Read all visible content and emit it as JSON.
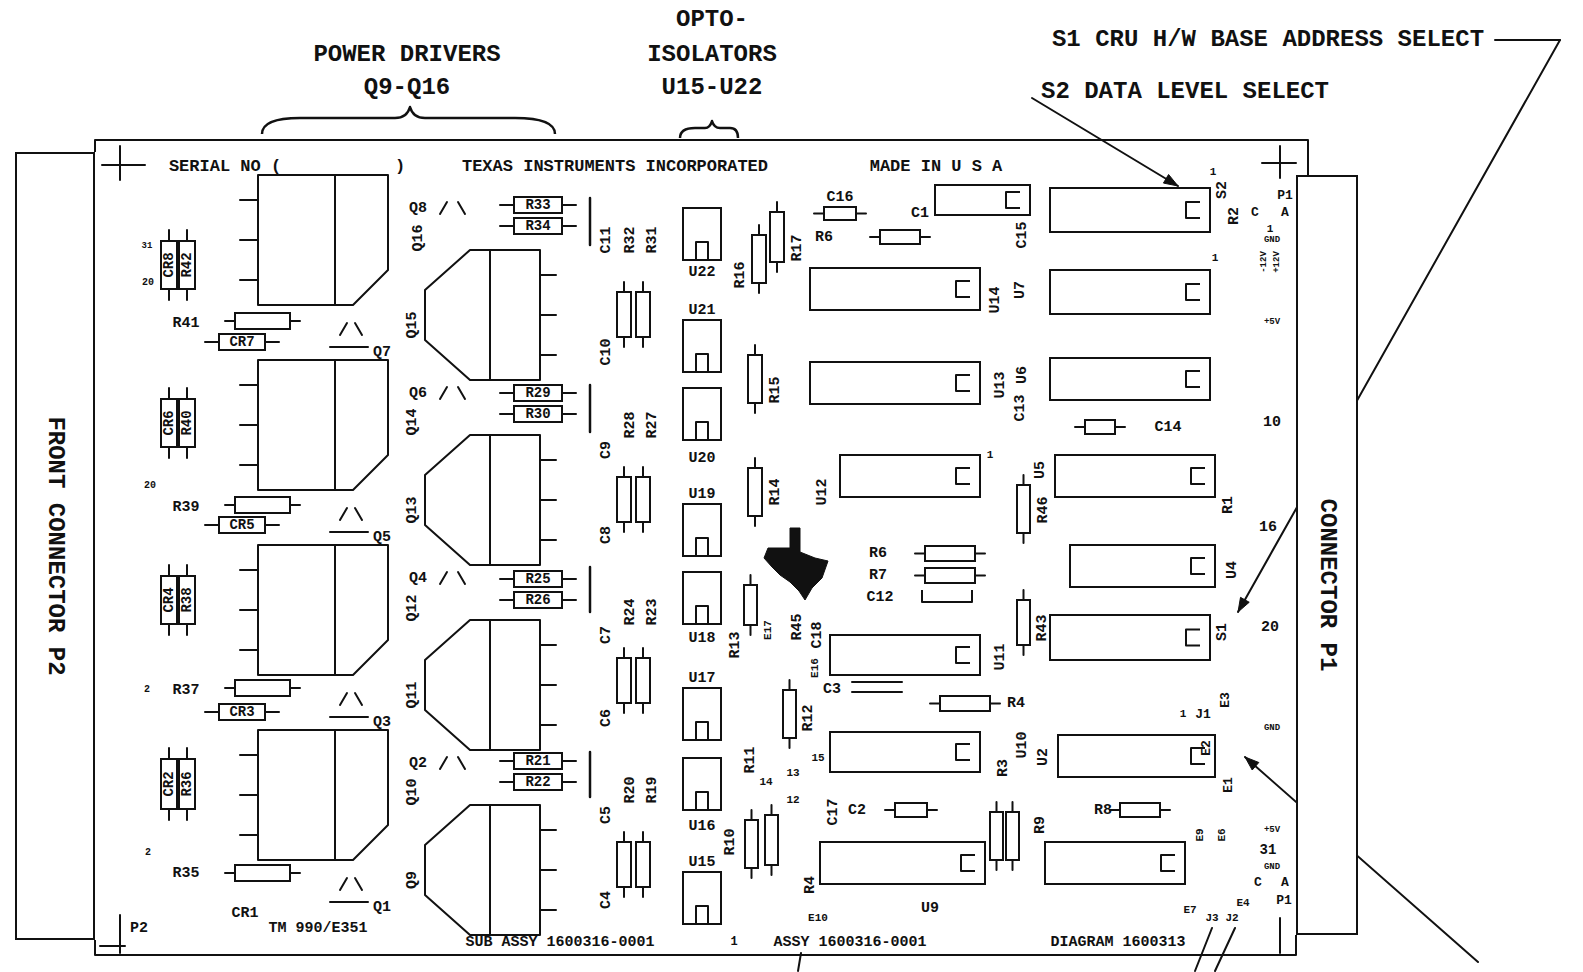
{
  "diagram": {
    "nodes": [
      {
        "text": [
          "FRONT CONNECTOR P2"
        ]
      },
      {
        "text": [
          "CONNECTOR P1"
        ]
      },
      {
        "text": [
          "R33"
        ]
      },
      {
        "text": [
          "R34"
        ]
      },
      {
        "text": [
          "CR8"
        ]
      },
      {
        "text": [
          "R42"
        ]
      },
      {
        "text": [
          "CR7"
        ]
      },
      {
        "text": [
          "CR6"
        ]
      },
      {
        "text": [
          "R40"
        ]
      },
      {
        "text": [
          "R29"
        ]
      },
      {
        "text": [
          "R30"
        ]
      },
      {
        "text": [
          "CR5"
        ]
      },
      {
        "text": [
          "CR4"
        ]
      },
      {
        "text": [
          "R38"
        ]
      },
      {
        "text": [
          "R25"
        ]
      },
      {
        "text": [
          "R26"
        ]
      },
      {
        "text": [
          "CR3"
        ]
      },
      {
        "text": [
          "CR2"
        ]
      },
      {
        "text": [
          "R36"
        ]
      },
      {
        "text": [
          "R21"
        ]
      },
      {
        "text": [
          "R22"
        ]
      }
    ],
    "labels": [
      "POWER DRIVERS",
      "Q9-Q16",
      "OPTO-",
      "ISOLATORS",
      "U15-U22",
      "S1 CRU H/W BASE ADDRESS SELECT",
      "S2 DATA LEVEL SELECT",
      "SERIAL NO (",
      ")",
      "TEXAS INSTRUMENTS INCORPORATED",
      "MADE IN U S A",
      "Q8",
      "Q16",
      "R41",
      "Q15",
      "Q7",
      "Q6",
      "Q14",
      "R39",
      "Q13",
      "Q5",
      "Q4",
      "Q12",
      "R37",
      "Q11",
      "Q3",
      "Q2",
      "Q10",
      "R35",
      "Q9",
      "Q1",
      "CR1",
      "TM 990/E351",
      "P2",
      "SUB ASSY 1600316-0001",
      "1",
      "ASSY 1600316-0001",
      "DIAGRAM 1600313",
      "20",
      "31",
      "20",
      "2",
      "2",
      "C11",
      "R32",
      "R31",
      "C10",
      "R28",
      "R27",
      "C9",
      "C8",
      "R24",
      "R23",
      "C7",
      "C6",
      "R20",
      "R19",
      "C5",
      "C4",
      "U22",
      "U21",
      "U20",
      "U19",
      "U18",
      "U17",
      "U16",
      "U15",
      "R16",
      "R17",
      "R6",
      "C16",
      "C1",
      "C15",
      "U14",
      "U7",
      "S2",
      "R2",
      "C",
      "A",
      "1",
      "GND",
      "-12V",
      "+12V",
      "+5V",
      "R15",
      "U13",
      "C13",
      "U6",
      "C14",
      "10",
      "R14",
      "U12",
      "R46",
      "U5",
      "R1",
      "16",
      "U4",
      "R6",
      "R7",
      "C12",
      "R45",
      "C18",
      "E16",
      "E17",
      "R13",
      "U11",
      "R43",
      "S1",
      "20",
      "R4",
      "C3",
      "1",
      "J1",
      "E3",
      "GND",
      "E2",
      "E1",
      "U2",
      "U10",
      "R3",
      "R12",
      "R11",
      "14",
      "13",
      "12",
      "15",
      "C17",
      "C2",
      "R8",
      "R9",
      "R10",
      "R4",
      "E10",
      "U9",
      "E9",
      "E6",
      "+5V",
      "31",
      "GND",
      "C",
      "A",
      "P1",
      "E7",
      "E4",
      "J3",
      "J2",
      "1",
      "1",
      "1",
      "P1"
    ]
  }
}
